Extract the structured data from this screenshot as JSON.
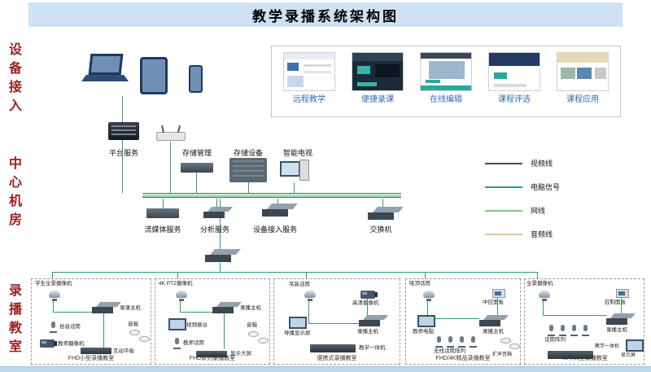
{
  "title": "教学录播系统架构图",
  "sections": {
    "access": "设备接入",
    "core": "中心机房",
    "rooms": "录播教室"
  },
  "apps": [
    {
      "label": "远程教学"
    },
    {
      "label": "便捷录课"
    },
    {
      "label": "在线编辑"
    },
    {
      "label": "课程评选"
    },
    {
      "label": "课程应用"
    }
  ],
  "server_room": {
    "platform": "平台服务",
    "storage_mgmt": "存储管理",
    "storage_device": "存储设备",
    "smart_tv": "智能电视",
    "streaming": "流媒体服务",
    "analysis": "分析服务",
    "access_service": "设备接入服务",
    "core_switch": "交换机"
  },
  "legend": [
    {
      "label": "视频线",
      "color": "#4d4d4d"
    },
    {
      "label": "电脑信号",
      "color": "#2e9e6b"
    },
    {
      "label": "网线",
      "color": "#7ec87e"
    },
    {
      "label": "音频线",
      "color": "#d8c894"
    }
  ],
  "classrooms": [
    {
      "name": "FHD小型录播教室",
      "devices": [
        {
          "label": "学生全景摄像机"
        },
        {
          "label": "录课主机"
        },
        {
          "label": "拾音话筒"
        },
        {
          "label": "教师摄像机"
        },
        {
          "label": "互动平板"
        },
        {
          "label": "音箱"
        }
      ]
    },
    {
      "name": "FHD系列录播教室",
      "devices": [
        {
          "label": "4K PTZ摄像机"
        },
        {
          "label": "录播主机"
        },
        {
          "label": "视频展台"
        },
        {
          "label": "教师话筒"
        },
        {
          "label": "显示大屏"
        },
        {
          "label": "音箱"
        }
      ]
    },
    {
      "name": "便携式录播教室",
      "devices": [
        {
          "label": "吊装话筒"
        },
        {
          "label": "高清摄像机"
        },
        {
          "label": "录播主机"
        },
        {
          "label": "导播显示屏"
        },
        {
          "label": "教学一体机"
        }
      ]
    },
    {
      "name": "FHD/4K精品录播教室",
      "devices": [
        {
          "label": "吸顶话筒"
        },
        {
          "label": "中控面板"
        },
        {
          "label": "录播主机"
        },
        {
          "label": "教师电脑"
        },
        {
          "label": "无线话筒阵列"
        },
        {
          "label": "扩声音箱"
        }
      ]
    },
    {
      "name": "4K中大型录播教室",
      "devices": [
        {
          "label": "全景摄像机"
        },
        {
          "label": "控制面板"
        },
        {
          "label": "录播主机"
        },
        {
          "label": "显示屏"
        },
        {
          "label": "话筒阵列"
        },
        {
          "label": "教学一体机"
        }
      ]
    }
  ]
}
